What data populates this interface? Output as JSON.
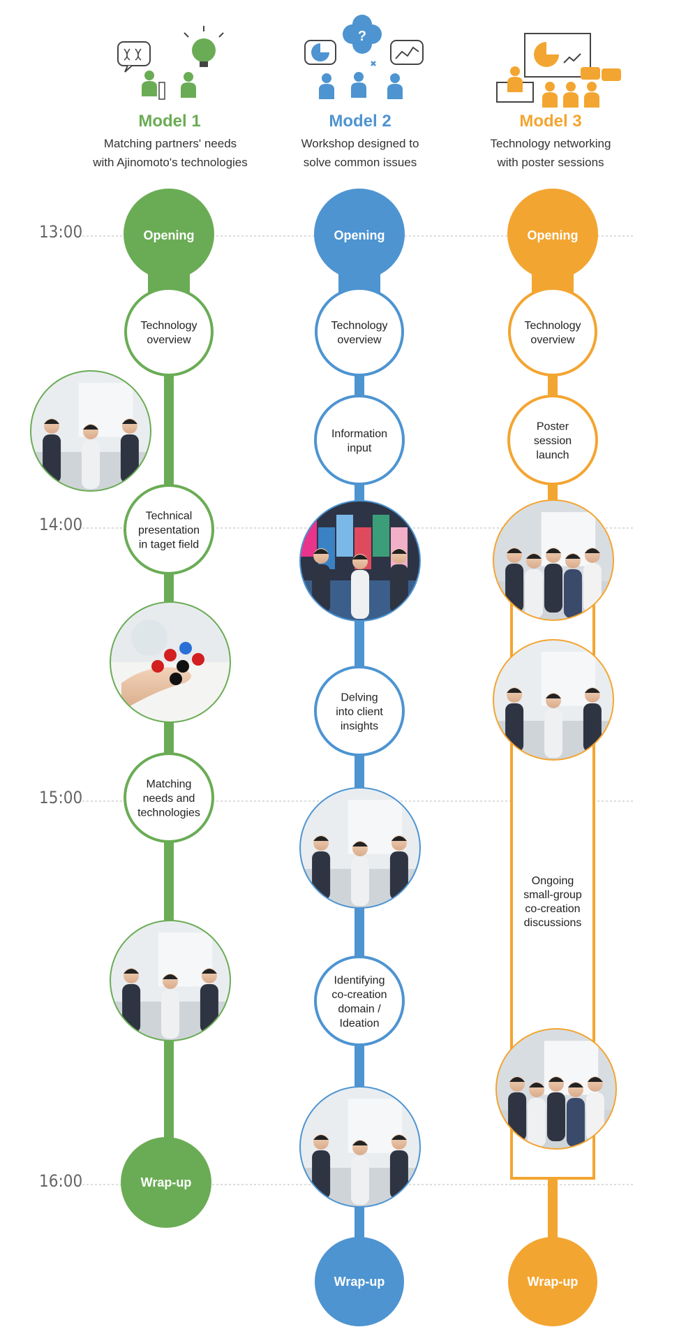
{
  "colors": {
    "green": "#6aac55",
    "blue": "#4d94d1",
    "orange": "#f3a531",
    "grid": "#c8c8c8",
    "time": "#666666"
  },
  "times": [
    "13:00",
    "14:00",
    "15:00",
    "16:00"
  ],
  "models": [
    {
      "title": "Model 1",
      "desc": [
        "Matching partners' needs",
        "with Ajinomoto's technologies"
      ],
      "icon": "scientist-research-icon",
      "steps": {
        "opening": "Opening",
        "overview": [
          "Technology",
          "overview"
        ],
        "presentation": [
          "Technical",
          "presentation",
          "in taget field"
        ],
        "matching": [
          "Matching",
          "needs and",
          "technologies"
        ],
        "wrapup": "Wrap-up"
      },
      "photos": [
        "presentation-photo",
        "molecule-model-photo",
        "meeting-photo"
      ]
    },
    {
      "title": "Model 2",
      "desc": [
        "Workshop designed to",
        "solve common issues"
      ],
      "icon": "workshop-discussion-icon",
      "steps": {
        "opening": "Opening",
        "overview": [
          "Technology",
          "overview"
        ],
        "info": [
          "Information",
          "input"
        ],
        "delving": [
          "Delving",
          "into client",
          "insights"
        ],
        "identifying": [
          "Identifying",
          "co-creation",
          "domain /",
          "Ideation"
        ],
        "wrapup": "Wrap-up"
      },
      "photos": [
        "display-wall-photo",
        "workshop-room-photo",
        "whiteboard-photo"
      ]
    },
    {
      "title": "Model 3",
      "desc": [
        "Technology networking",
        "with poster sessions"
      ],
      "icon": "poster-presentation-icon",
      "steps": {
        "opening": "Opening",
        "overview": [
          "Technology",
          "overview"
        ],
        "poster": [
          "Poster",
          "session",
          "launch"
        ],
        "ongoing": [
          "Ongoing",
          "small-group",
          "co-creation",
          "discussions"
        ],
        "wrapup": "Wrap-up"
      },
      "photos": [
        "poster-crowd-photo",
        "poster-pointing-photo",
        "poster-discussion-photo"
      ]
    }
  ]
}
